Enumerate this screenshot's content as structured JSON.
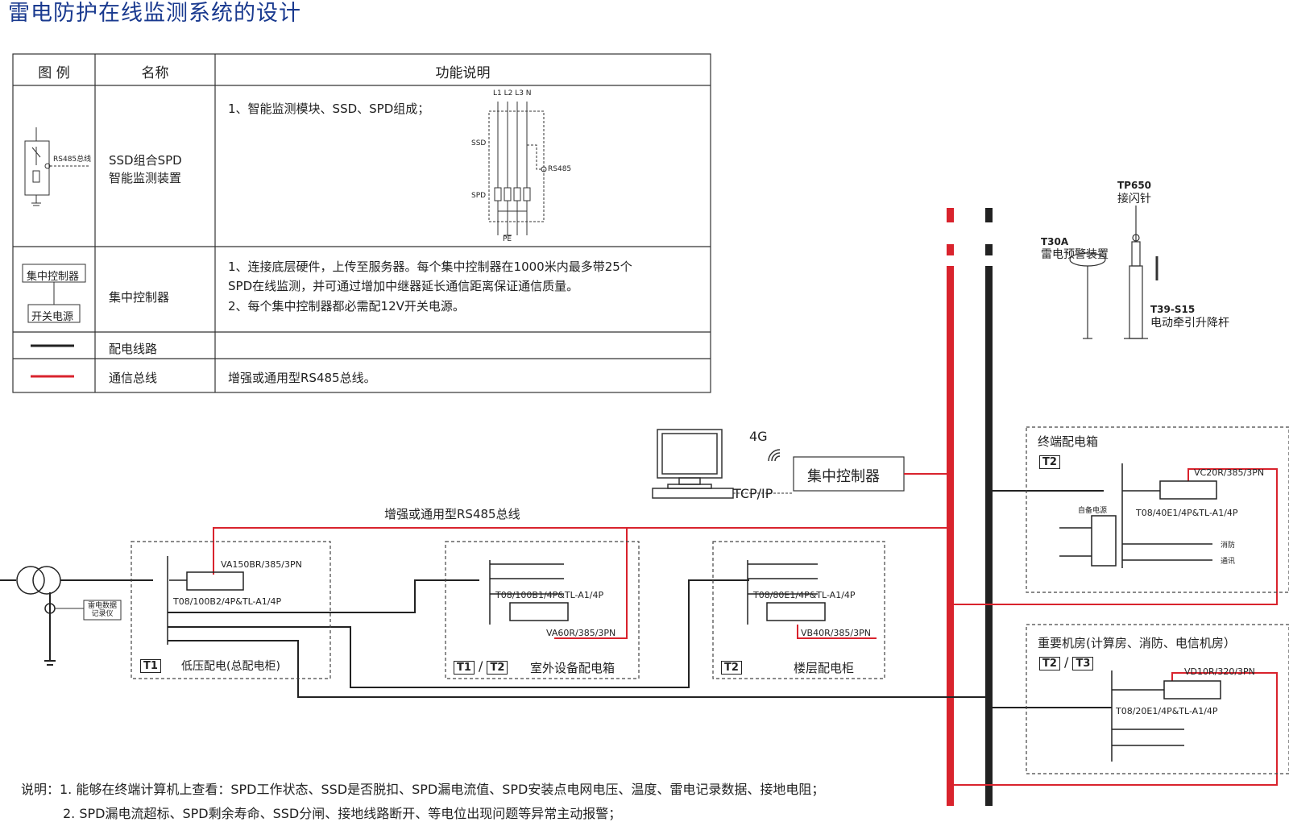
{
  "title": "雷电防护在线监测系统的设计",
  "legend": {
    "headers": [
      "图 例",
      "名称",
      "功能说明"
    ],
    "rows": [
      {
        "name": "SSD组合SPD\n智能监测装置",
        "desc": "1、智能监测模块、SSD、SPD组成；",
        "icon_label": "RS485总线"
      },
      {
        "name": "集中控制器",
        "desc1": "1、连接底层硬件，上传至服务器。每个集中控制器在1000米内最多带25个",
        "desc2": "SPD在线监测，并可通过增加中继器延长通信距离保证通信质量。",
        "desc3": "2、每个集中控制器都必需配12V开关电源。",
        "icon_label1": "集中控制器",
        "icon_label2": "开关电源"
      },
      {
        "name": "配电线路",
        "desc": ""
      },
      {
        "name": "通信总线",
        "desc": "增强或通用型RS485总线。"
      }
    ],
    "ssd_diagram": {
      "top": "L1 L2 L3 N",
      "ssd": "SSD",
      "spd": "SPD",
      "rs485": "RS485",
      "pe": "PE"
    }
  },
  "system": {
    "controller": "集中控制器",
    "net_4g": "4G",
    "tcpip": "TCP/IP",
    "bus_label": "增强或通用型RS485总线",
    "tp650": "TP650",
    "tp650_name": "接闪针",
    "t30a": "T30A",
    "t30a_name": "雷电预警装置",
    "t39": "T39-S15",
    "t39_name": "电动牵引升降杆",
    "recorder": "雷电数据\n记录仪",
    "box1": {
      "badge": "T1",
      "name": "低压配电(总配电柜)",
      "spd": "VA150BR/385/3PN",
      "ssd": "T08/100B2/4P&TL-A1/4P"
    },
    "box2": {
      "badge1": "T1",
      "badge2": "T2",
      "name": "室外设备配电箱",
      "spd": "VA60R/385/3PN",
      "ssd": "T08/100B1/4P&TL-A1/4P"
    },
    "box3": {
      "badge": "T2",
      "name": "楼层配电柜",
      "spd": "VB40R/385/3PN",
      "ssd": "T08/80E1/4P&TL-A1/4P"
    },
    "box4": {
      "name": "终端配电箱",
      "badge": "T2",
      "spd": "VC20R/385/3PN",
      "ssd": "T08/40E1/4P&TL-A1/4P",
      "backup": "自备电源",
      "fire": "消防",
      "comm": "通讯"
    },
    "box5": {
      "name": "重要机房(计算房、消防、电信机房）",
      "badge1": "T2",
      "badge2": "T3",
      "spd": "VD10R/320/3PN",
      "ssd": "T08/20E1/4P&TL-A1/4P"
    }
  },
  "notes": {
    "line1": "说明：1. 能够在终端计算机上查看：SPD工作状态、SSD是否脱扣、SPD漏电流值、SPD安装点电网电压、温度、雷电记录数据、接地电阻；",
    "line2": "2. SPD漏电流超标、SPD剩余寿命、SSD分闸、接地线路断开、等电位出现问题等异常主动报警；"
  },
  "colors": {
    "comm": "#d9232d",
    "power": "#222222",
    "title": "#1a3a8f"
  }
}
